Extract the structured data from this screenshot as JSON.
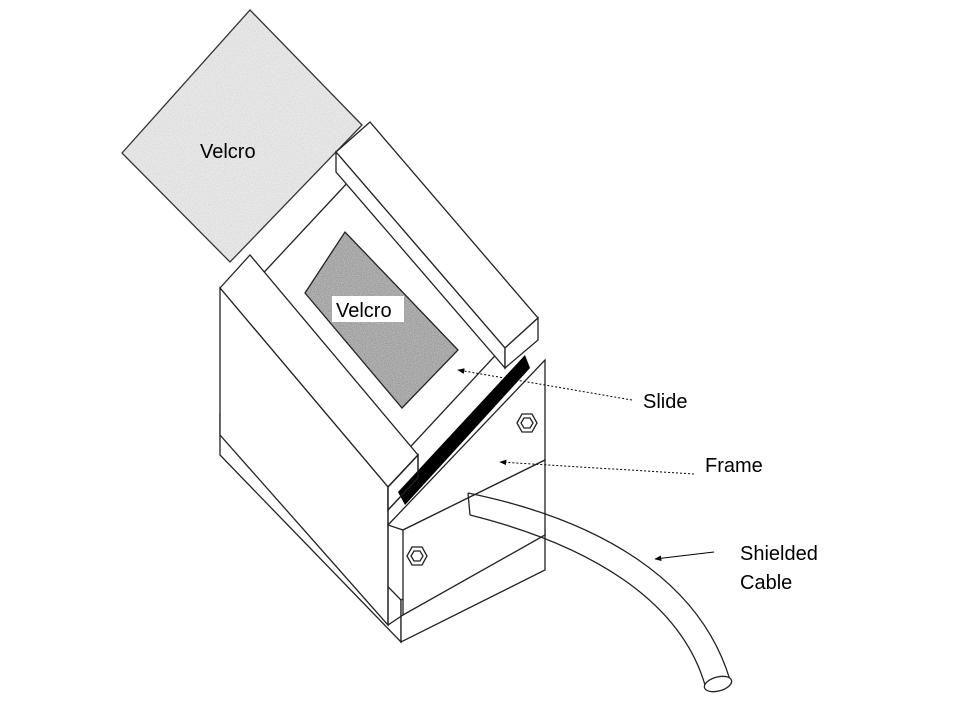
{
  "labels": {
    "velcro_flap": "Velcro",
    "velcro_slide": "Velcro",
    "slide": "Slide",
    "frame": "Frame",
    "cable_line1": "Shielded",
    "cable_line2": "Cable"
  }
}
